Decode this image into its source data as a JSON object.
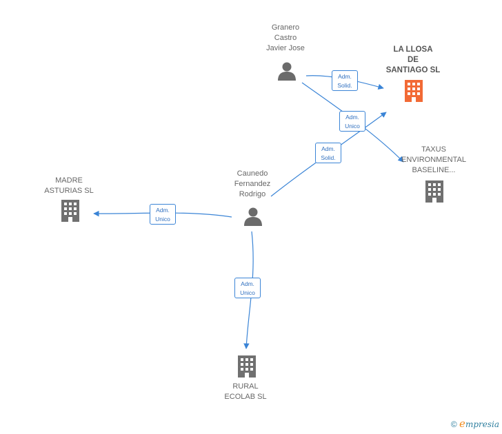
{
  "nodes": {
    "granero": {
      "label": "Granero\nCastro\nJavier Jose",
      "type": "person"
    },
    "caunedo": {
      "label": "Caunedo\nFernandez\nRodrigo",
      "type": "person"
    },
    "lallosa": {
      "label": "LA LLOSA\nDE\nSANTIAGO  SL",
      "type": "company-main"
    },
    "taxus": {
      "label": "TAXUS\nENVIRONMENTAL\nBASELINE...",
      "type": "company"
    },
    "madre": {
      "label": "MADRE\nASTURIAS  SL",
      "type": "company"
    },
    "rural": {
      "label": "RURAL\nECOLAB  SL",
      "type": "company"
    }
  },
  "relations": {
    "granero_lallosa": {
      "line1": "Adm.",
      "line2": "Solid."
    },
    "granero_taxus": {
      "line1": "Adm.",
      "line2": "Unico"
    },
    "caunedo_lallosa": {
      "line1": "Adm.",
      "line2": "Solid."
    },
    "caunedo_madre": {
      "line1": "Adm.",
      "line2": "Unico"
    },
    "caunedo_rural": {
      "line1": "Adm.",
      "line2": "Unico"
    }
  },
  "colors": {
    "edge": "#3a84d6",
    "person": "#6b6b6b",
    "company": "#707070",
    "main_company": "#f26a35"
  },
  "footer": {
    "copyright": "©",
    "brand_first": "e",
    "brand_rest": "mpresia"
  }
}
